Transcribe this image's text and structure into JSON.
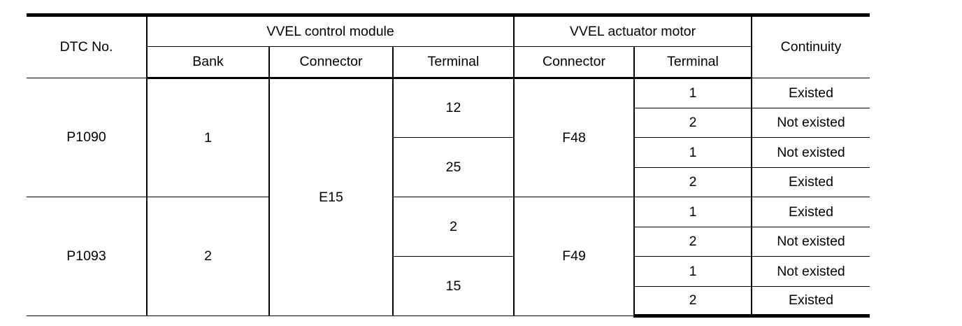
{
  "table": {
    "headers": {
      "dtc_no": "DTC No.",
      "group_control_module": "VVEL control module",
      "group_actuator_motor": "VVEL actuator motor",
      "continuity": "Continuity",
      "bank": "Bank",
      "module_connector": "Connector",
      "module_terminal": "Terminal",
      "motor_connector": "Connector",
      "motor_terminal": "Terminal"
    },
    "blocks": [
      {
        "dtc_no": "P1090",
        "bank": "1",
        "module_connector": "E15",
        "motor_connector": "F48",
        "terminal_groups": [
          {
            "module_terminal": "12",
            "rows": [
              {
                "motor_terminal": "1",
                "continuity": "Existed"
              },
              {
                "motor_terminal": "2",
                "continuity": "Not existed"
              }
            ]
          },
          {
            "module_terminal": "25",
            "rows": [
              {
                "motor_terminal": "1",
                "continuity": "Not existed"
              },
              {
                "motor_terminal": "2",
                "continuity": "Existed"
              }
            ]
          }
        ]
      },
      {
        "dtc_no": "P1093",
        "bank": "2",
        "module_connector": "E15",
        "motor_connector": "F49",
        "terminal_groups": [
          {
            "module_terminal": "2",
            "rows": [
              {
                "motor_terminal": "1",
                "continuity": "Existed"
              },
              {
                "motor_terminal": "2",
                "continuity": "Not existed"
              }
            ]
          },
          {
            "module_terminal": "15",
            "rows": [
              {
                "motor_terminal": "1",
                "continuity": "Not existed"
              },
              {
                "motor_terminal": "2",
                "continuity": "Existed"
              }
            ]
          }
        ]
      }
    ]
  }
}
